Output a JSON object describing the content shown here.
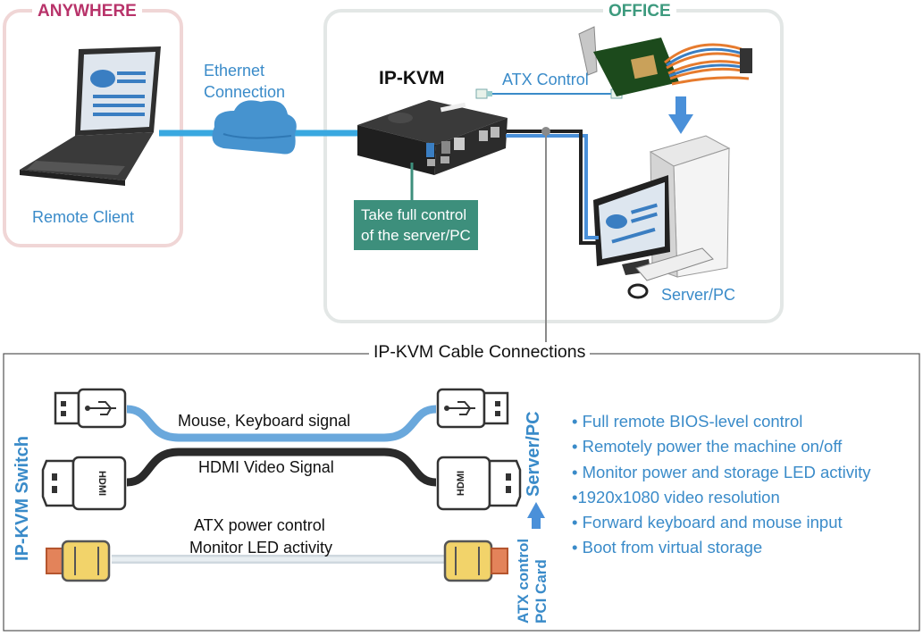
{
  "zones": {
    "anywhere_title": "ANYWHERE",
    "office_title": "OFFICE"
  },
  "labels": {
    "remote_client": "Remote Client",
    "ethernet_line1": "Ethernet",
    "ethernet_line2": "Connection",
    "ipkvm": "IP-KVM",
    "atx_control": "ATX Control",
    "take_control_line1": "Take full control",
    "take_control_line2": "of the server/PC",
    "server_pc": "Server/PC"
  },
  "cable_panel": {
    "title": "IP-KVM Cable Connections",
    "left_vertical": "IP-KVM Switch",
    "right_vertical_top": "Server/PC",
    "right_vertical_bottom_line1": "ATX control",
    "right_vertical_bottom_line2": "PCI Card",
    "usb_label": "Mouse, Keyboard signal",
    "hdmi_label": "HDMI Video Signal",
    "hdmi_plug_text": "HDMI",
    "atx_label_line1": "ATX power control",
    "atx_label_line2": "Monitor LED activity"
  },
  "features": [
    "• Full remote BIOS-level control",
    "• Remotely power the machine on/off",
    "• Monitor power and storage LED activity",
    "•1920x1080 video resolution",
    "• Forward keyboard and mouse input",
    "• Boot from virtual storage"
  ],
  "colors": {
    "anywhere": "#b8336a",
    "office": "#3d9a7e",
    "accent_blue": "#3a8bc9",
    "cable_blue": "#4a9ad6",
    "teal_box": "#3d8f7c"
  }
}
